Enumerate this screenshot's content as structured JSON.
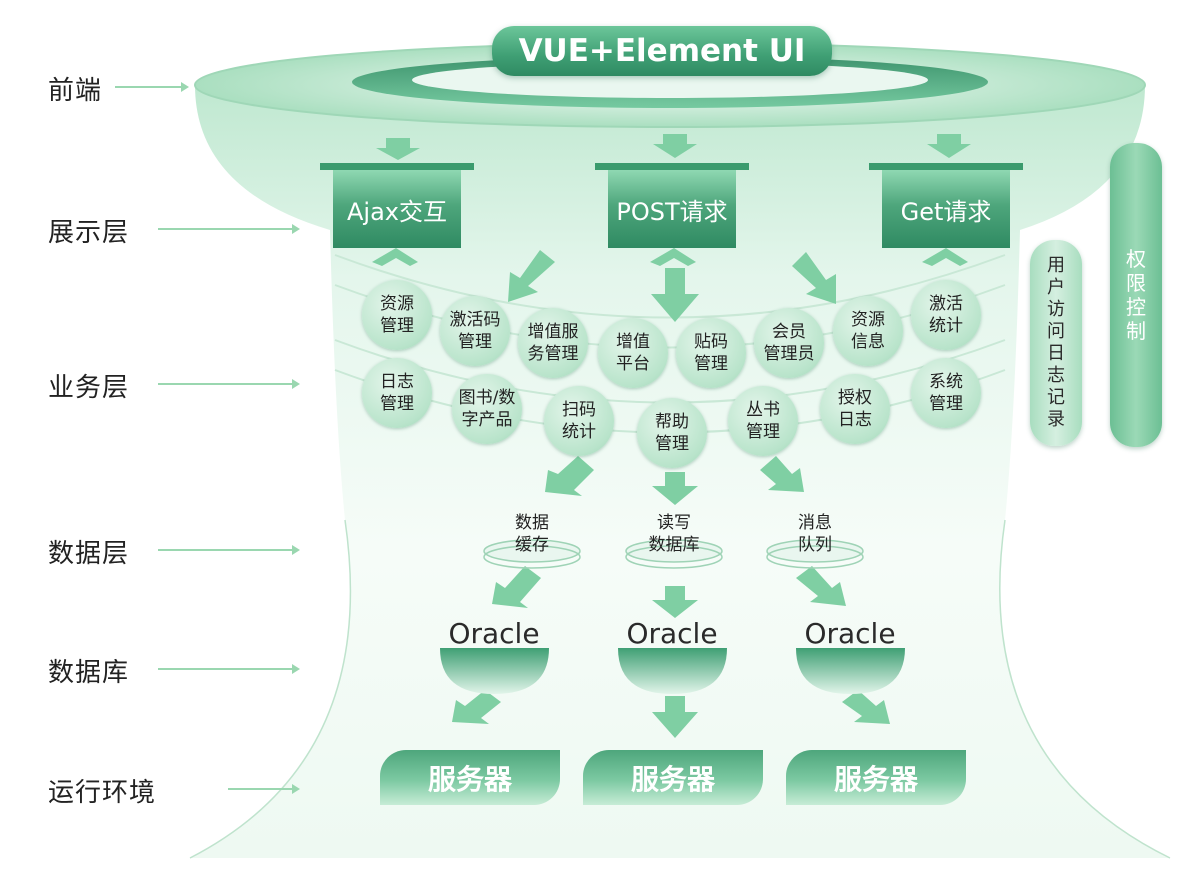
{
  "frontend": {
    "title": "VUE+Element UI"
  },
  "layers": [
    "前端",
    "展示层",
    "业务层",
    "数据层",
    "数据库",
    "运行环境"
  ],
  "requests": [
    "Ajax交互",
    "POST请求",
    "Get请求"
  ],
  "modules_row1": [
    "资源\n管理",
    "激活码\n管理",
    "增值服\n务管理",
    "增值\n平台",
    "贴码\n管理",
    "会员\n管理员",
    "资源\n信息",
    "激活\n统计"
  ],
  "modules_row2": [
    "日志\n管理",
    "图书/数\n字产品",
    "扫码\n统计",
    "帮助\n管理",
    "丛书\n管理",
    "授权\n日志",
    "系统\n管理"
  ],
  "data_stores": [
    "数据\n缓存",
    "读写\n数据库",
    "消息\n队列"
  ],
  "databases": [
    "Oracle",
    "Oracle",
    "Oracle"
  ],
  "servers": [
    "服务器",
    "服务器",
    "服务器"
  ],
  "side": {
    "log": "用\n户\n访\n问\n日\n志\n记\n录",
    "auth": "权\n限\n控\n制"
  },
  "colors": {
    "accent": "#3f9f74",
    "light": "#c7ecd6",
    "arrow": "#7fcfa3"
  }
}
